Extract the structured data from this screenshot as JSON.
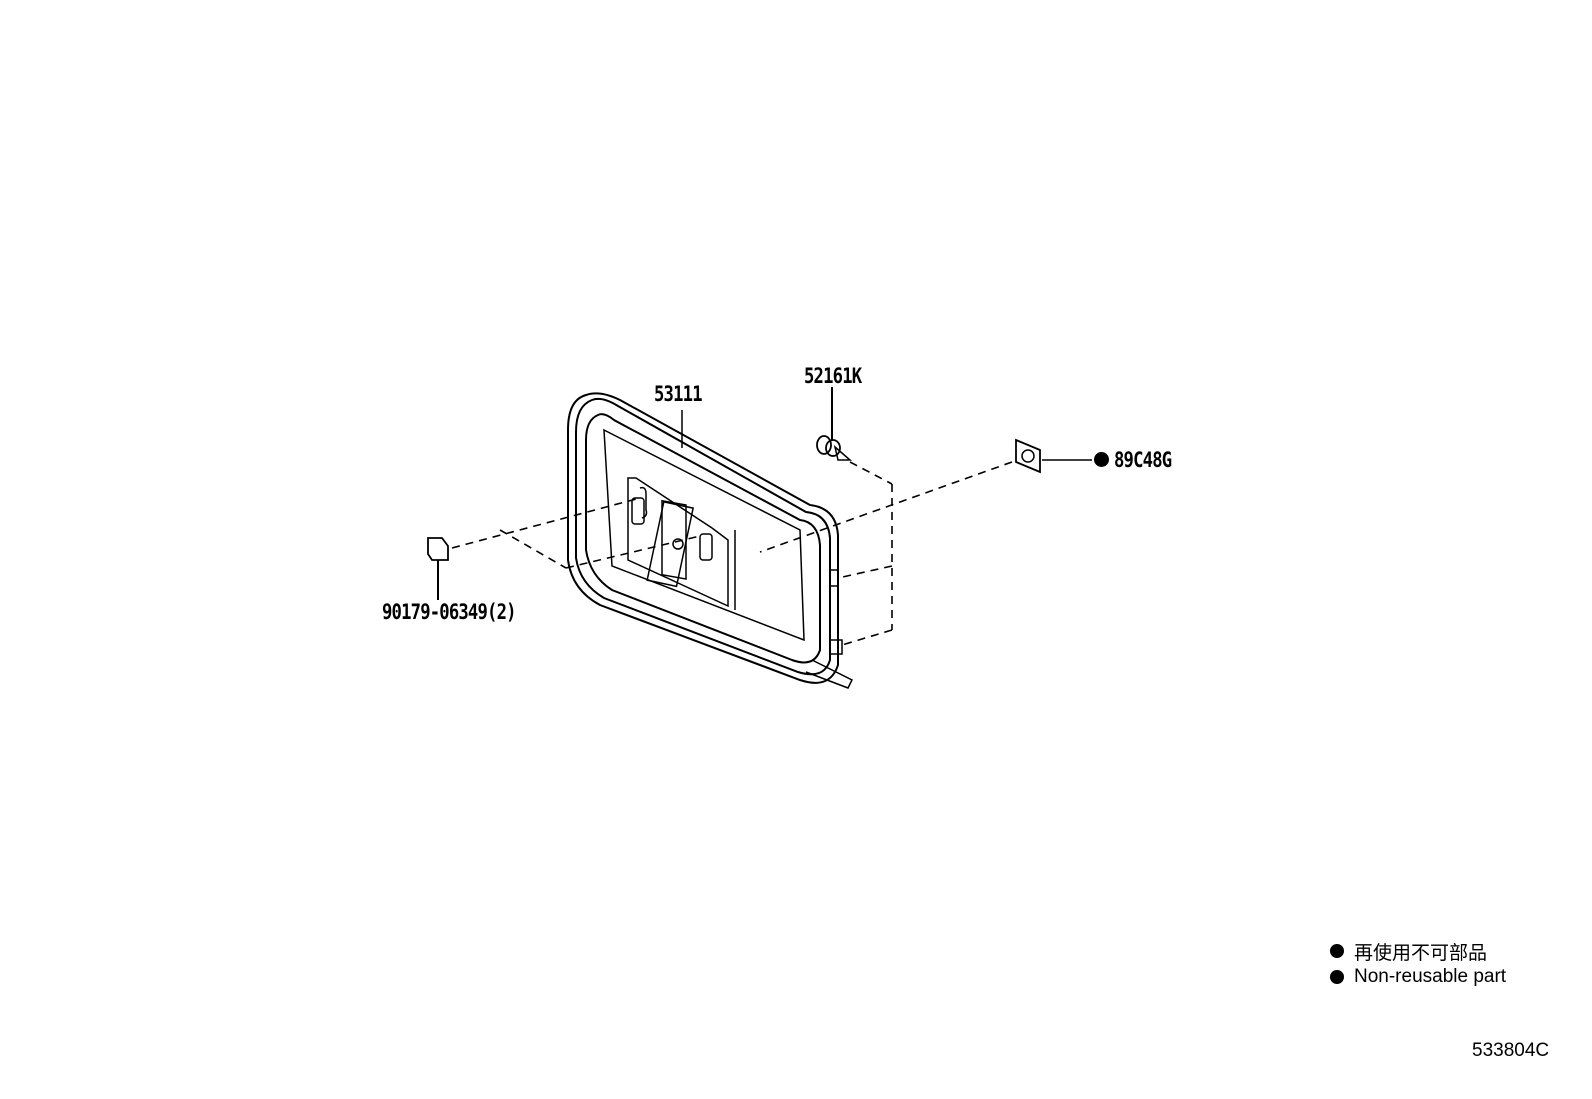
{
  "diagram": {
    "type": "exploded-parts-diagram",
    "subject": "Back panel / luggage compartment door outer panel assembly"
  },
  "parts": [
    {
      "id": "main-panel",
      "label": "53111",
      "non_reusable": false
    },
    {
      "id": "clip",
      "label": "52161K",
      "non_reusable": false
    },
    {
      "id": "nut",
      "label": "89C48G",
      "non_reusable": true
    },
    {
      "id": "retainer",
      "label": "90179-06349(2)",
      "non_reusable": false
    }
  ],
  "legend": {
    "items": [
      {
        "symbol": "filled-circle",
        "text": "再使用不可部品"
      },
      {
        "symbol": "filled-circle",
        "text": "Non-reusable part"
      }
    ]
  },
  "figure_number": "533804C"
}
